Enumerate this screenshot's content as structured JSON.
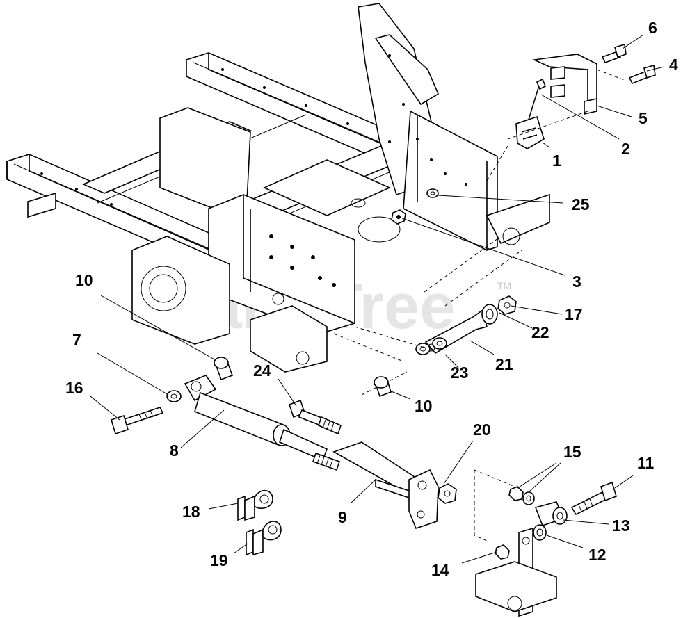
{
  "watermark": {
    "text": "PartsTree",
    "tm": "TM"
  },
  "callouts": {
    "c1": "1",
    "c2": "2",
    "c3": "3",
    "c4": "4",
    "c5": "5",
    "c6": "6",
    "c7": "7",
    "c8": "8",
    "c9": "9",
    "c10a": "10",
    "c10b": "10",
    "c11": "11",
    "c12": "12",
    "c13": "13",
    "c14": "14",
    "c15": "15",
    "c16": "16",
    "c17": "17",
    "c18": "18",
    "c19": "19",
    "c20": "20",
    "c21": "21",
    "c22": "22",
    "c23": "23",
    "c24": "24",
    "c25": "25"
  },
  "icons": {
    "frame": "chassis-frame-icon",
    "bracket": "switch-bracket-icon",
    "switch": "interlock-switch-icon",
    "cylinder": "hydraulic-cylinder-icon",
    "link": "lift-link-icon",
    "clip": "hose-clip-icon"
  }
}
